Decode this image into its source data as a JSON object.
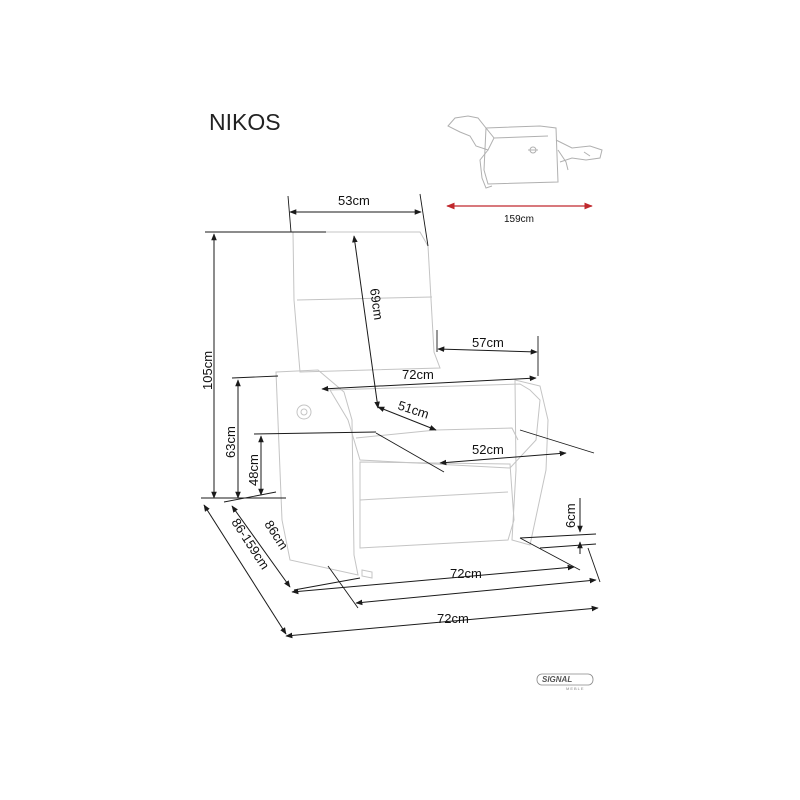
{
  "product": {
    "name": "NIKOS"
  },
  "dimensions": {
    "backrest_width": "53cm",
    "backrest_height": "69cm",
    "total_height": "105cm",
    "armrest_height": "63cm",
    "seat_height": "48cm",
    "seat_width": "51cm",
    "seat_depth": "52cm",
    "depth_front": "57cm",
    "top_width": "72cm",
    "leg_height": "6cm",
    "side_depth": "86cm",
    "depth_range": "86-159cm",
    "base_width": "72cm",
    "bottom_width": "72cm",
    "reclined_length": "159cm"
  },
  "colors": {
    "accent_red": "#c0282d",
    "dimension_line": "#1a1a1a",
    "chair_outline": "#c4c4c4"
  },
  "logo": {
    "text": "SIGNAL",
    "subtext": "MEBLE"
  }
}
